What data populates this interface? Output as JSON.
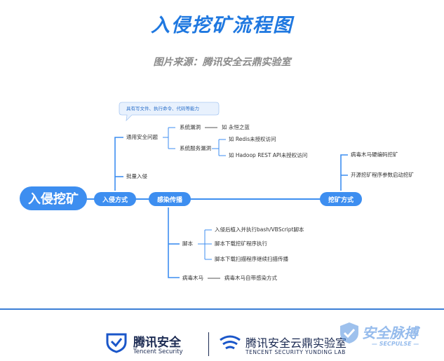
{
  "title": "入侵挖矿流程图",
  "subtitle": "图片来源：腾讯安全云鼎实验室",
  "callout": "具有写文件、执行命令、代码等能力",
  "root": "入侵挖矿",
  "nodes": {
    "intrusion": "入侵方式",
    "spread": "感染传播",
    "mining": "挖矿方式"
  },
  "intrusion_branch": {
    "common": "通用安全问题",
    "system_vuln": "系统漏洞",
    "system_vuln_example": "如 永恒之蓝",
    "service_vuln": "系统服务漏洞",
    "redis": "如 Redis未授权访问",
    "hadoop": "如 Hadoop REST API未授权访问",
    "batch": "批量入侵"
  },
  "mining_branch": {
    "hardcoded": "病毒木马硬编码挖矿",
    "opensource": "开源挖矿程序参数启动挖矿"
  },
  "spread_branch": {
    "script": "脚本",
    "script_items": [
      "入侵后植入并执行bash/VBScript脚本",
      "脚本下载挖矿程序执行",
      "脚本下载扫描程序继续扫描传播"
    ],
    "trojan": "病毒木马",
    "trojan_item": "病毒木马自带感染方式"
  },
  "footer": {
    "brand1_cn": "腾讯安全",
    "brand1_en": "Tencent Security",
    "brand2_cn": "腾讯安全云鼎实验室",
    "brand2_en": "TENCENT SECURITY YUNDING LAB",
    "watermark_cn": "安全脉搏",
    "watermark_en": "— SECPULSE —"
  },
  "colors": {
    "accent": "#1f78e0",
    "pill": "#3d8ef0",
    "line": "#3d8ef0"
  }
}
